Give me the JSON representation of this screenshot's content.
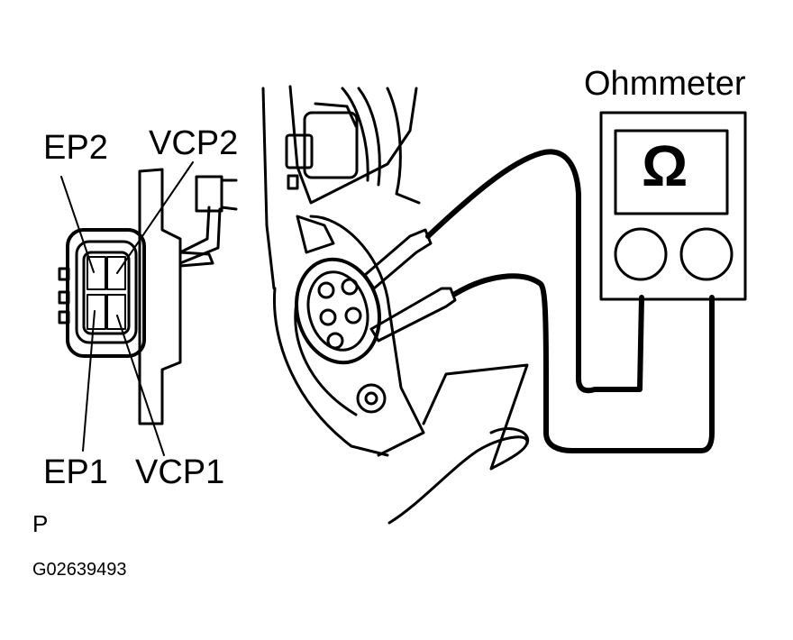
{
  "labels": {
    "ohmmeter": "Ohmmeter",
    "omega": "Ω",
    "ep2": "EP2",
    "vcp2": "VCP2",
    "ep1": "EP1",
    "vcp1": "VCP1",
    "view_letter": "P",
    "figure_code": "G02639493"
  }
}
